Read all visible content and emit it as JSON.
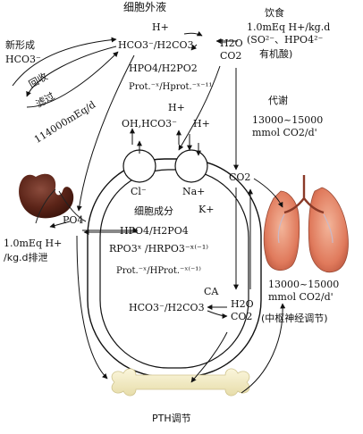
{
  "extracellular": {
    "title": "细胞外液",
    "h_plus": "H+",
    "hco3_h2co3": "HCO3⁻/H2CO3",
    "h2o": "H2O",
    "co2": "CO2",
    "hpo4_h2po4": "HPO4/H2PO2",
    "prot": "Prot.⁻ˣ/Hprot.⁻ˣ⁻¹¹"
  },
  "left": {
    "new_hco3": [
      "新形成",
      "HCO3⁻"
    ],
    "reabsorb": "回收",
    "filter": "滤过",
    "filter_rate": "114000mEq/d",
    "po4": "PO4",
    "excretion": [
      "1.0mEq H+",
      "/kg.d排泄"
    ]
  },
  "diet": {
    "title": "饮食",
    "rate": "1.0mEq H+/kg.d",
    "items": "(SO²⁻、HPO4²⁻",
    "acid": "有机酸)"
  },
  "metabolism": {
    "title": "代谢",
    "rate": "13000~15000",
    "unit": "mmol CO2/d'",
    "co2": "CO2"
  },
  "cell": {
    "h_top": "H+",
    "oh_hco3": "OH,HCO3⁻",
    "h_right": "H+",
    "cl": "Cl⁻",
    "na": "Na+",
    "k": "K+",
    "title": "细胞成分",
    "hpo4": "HPO4/H2PO4",
    "rpo3": "RPO3ˣ /HRPO3⁻ˣ⁽⁻¹⁾",
    "prot": "Prot.⁻ˣ/HProt.⁻ˣ⁽⁻¹⁾",
    "ca": "CA",
    "hco3_h2co3": "HCO3⁻/H2CO3",
    "h2o": "H2O",
    "co2": "CO2"
  },
  "lung": {
    "rate": "13000~15000",
    "unit": "mmol CO2/d'",
    "control": "(中枢神经调节)"
  },
  "bone": {
    "label": "PTH调节"
  }
}
